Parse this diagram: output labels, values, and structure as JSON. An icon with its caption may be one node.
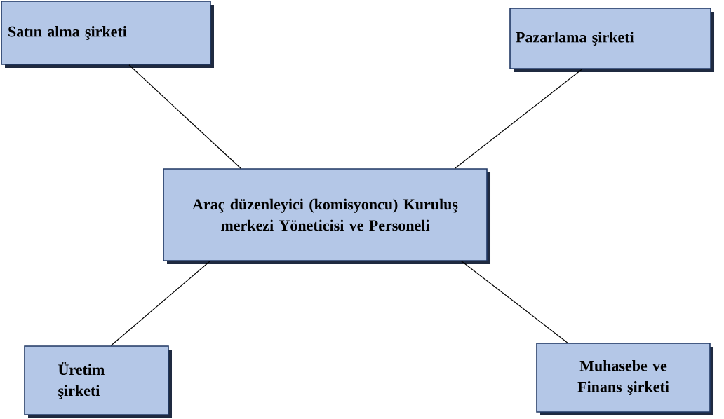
{
  "diagram": {
    "nodes": [
      {
        "text": [
          "Satın alma şirketi"
        ]
      },
      {
        "text": [
          "Pazarlama şirketi"
        ]
      },
      {
        "text": [
          "Araç düzenleyici (komisyoncu) Kuruluş merkezi Yöneticisi ve Personeli"
        ]
      },
      {
        "text": [
          "Üretim şirketi"
        ]
      },
      {
        "text": [
          "Muhasebe ve Finans şirketi"
        ]
      }
    ],
    "edges": [
      {
        "from": 2,
        "to": 0,
        "arrow": "none"
      },
      {
        "from": 2,
        "to": 1,
        "arrow": "none"
      },
      {
        "from": 2,
        "to": 3,
        "arrow": "none"
      },
      {
        "from": 2,
        "to": 4,
        "arrow": "none"
      }
    ]
  }
}
